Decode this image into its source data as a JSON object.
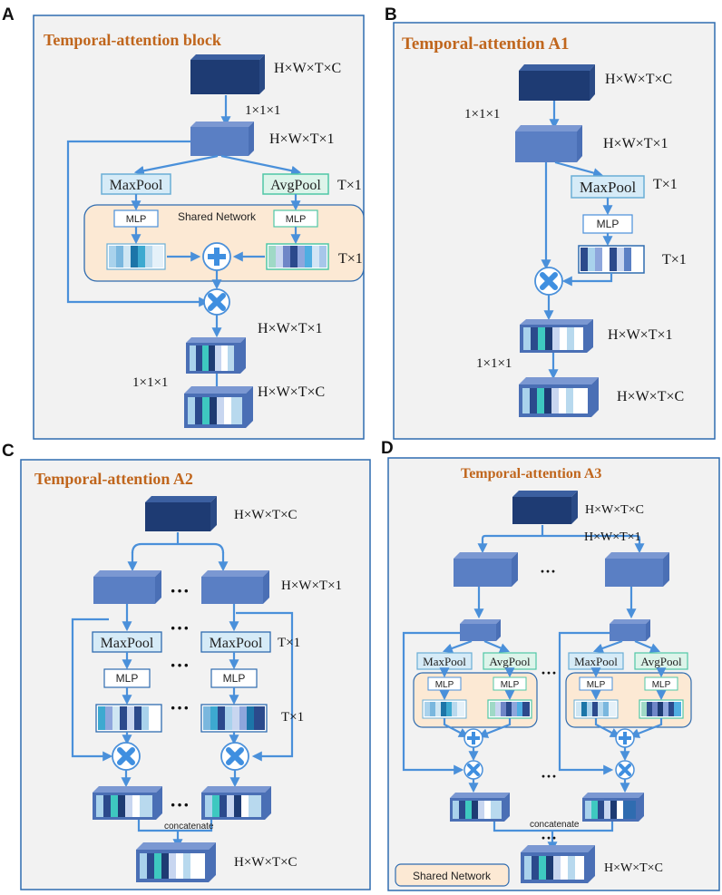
{
  "panels": {
    "a": {
      "letter": "A",
      "title": "Temporal-attention block"
    },
    "b": {
      "letter": "B",
      "title": "Temporal-attention A1"
    },
    "c": {
      "letter": "C",
      "title": "Temporal-attention A2"
    },
    "d": {
      "letter": "D",
      "title": "Temporal-attention A3"
    }
  },
  "labels": {
    "hwtc": "H×W×T×C",
    "hwt1": "H×W×T×1",
    "t1": "T×1",
    "one111": "1×1×1",
    "maxpool": "MaxPool",
    "avgpool": "AvgPool",
    "mlp": "MLP",
    "shared_network": "Shared Network",
    "concatenate": "concatenate",
    "ellipsis": "···"
  },
  "colors": {
    "border": "#2F6CB0",
    "panel_bg": "#F2F2F2",
    "title": "#C0661D",
    "arrow": "#4A90DA",
    "cube_dark": "#1E3B73",
    "cube_mid": "#5A7FC4",
    "shared_bg": "#FCE9D4"
  }
}
